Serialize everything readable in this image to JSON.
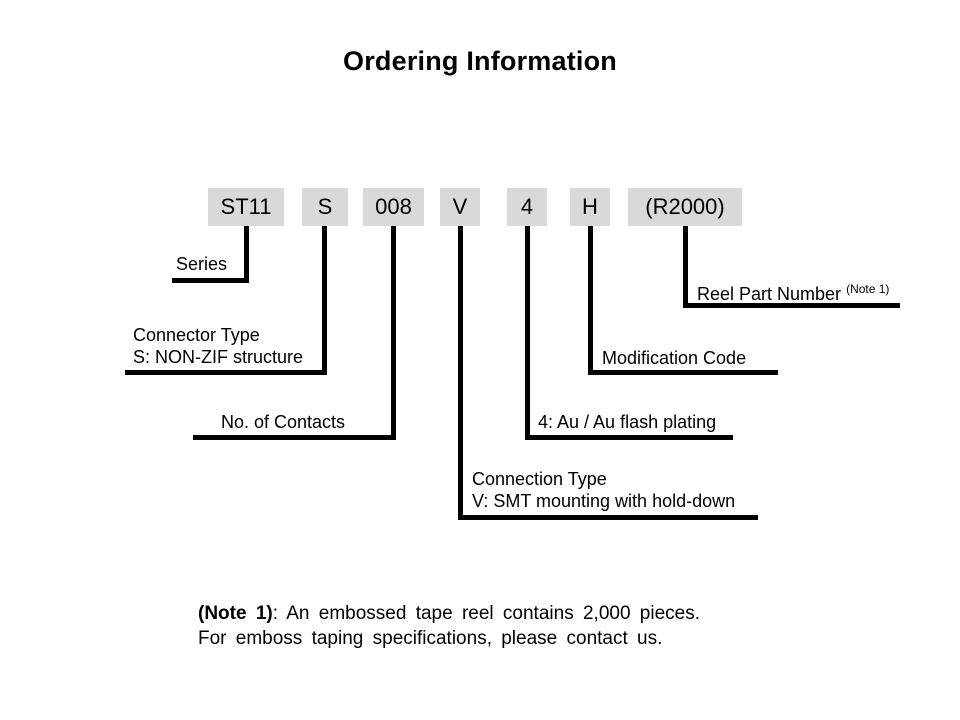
{
  "title": "Ordering Information",
  "part_code": {
    "segments": [
      {
        "code": "ST11",
        "label": "Series"
      },
      {
        "code": "S",
        "label": "Connector Type",
        "sublabel": "S: NON-ZIF structure"
      },
      {
        "code": "008",
        "label": "No. of Contacts"
      },
      {
        "code": "V",
        "label": "Connection Type",
        "sublabel": "V: SMT mounting with hold-down"
      },
      {
        "code": "4",
        "label": "4: Au / Au flash plating"
      },
      {
        "code": "H",
        "label": "Modification Code"
      },
      {
        "code": "(R2000)",
        "label": "Reel Part Number",
        "superscript": "(Note 1)"
      }
    ]
  },
  "note": {
    "label": "(Note 1)",
    "line1_rest": ": An embossed tape reel contains 2,000 pieces.",
    "line2": "For emboss taping specifications, please contact us."
  },
  "colors": {
    "background": "#ffffff",
    "box_bg": "#d9d9d9",
    "line": "#000000",
    "text": "#000000"
  }
}
